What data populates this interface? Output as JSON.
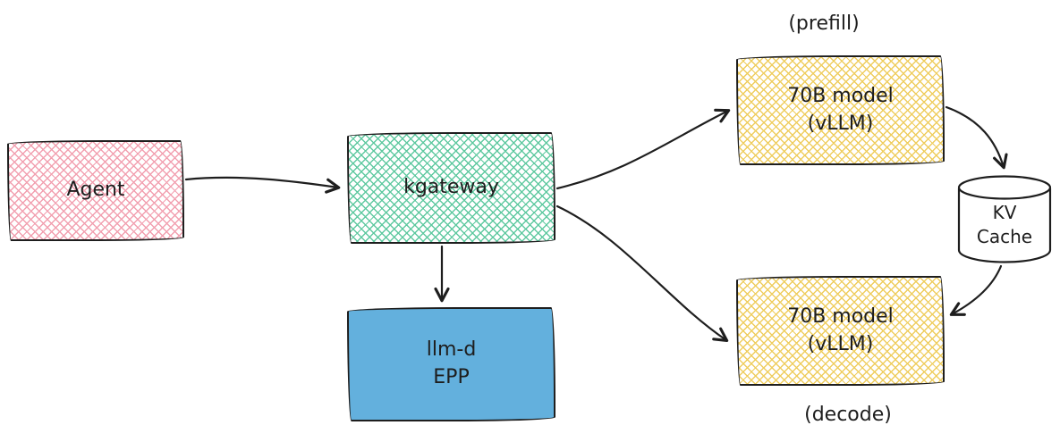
{
  "diagram": {
    "nodes": {
      "agent": {
        "label": "Agent"
      },
      "kgateway": {
        "label": "kgateway"
      },
      "epp": {
        "line1": "llm-d",
        "line2": "EPP"
      },
      "prefill_model": {
        "line1": "70B model",
        "line2": "(vLLM)"
      },
      "decode_model": {
        "line1": "70B model",
        "line2": "(vLLM)"
      },
      "kv_cache": {
        "line1": "KV",
        "line2": "Cache"
      }
    },
    "annotations": {
      "prefill": "(prefill)",
      "decode": "(decode)"
    }
  },
  "colors": {
    "stroke": "#1e1e1e",
    "agent_hatch": "#f2a0b0",
    "kgateway_hatch": "#5fc9a0",
    "model_hatch": "#efcd5e",
    "epp_fill": "#63b0dd",
    "cylinder_fill": "#ffffff"
  }
}
